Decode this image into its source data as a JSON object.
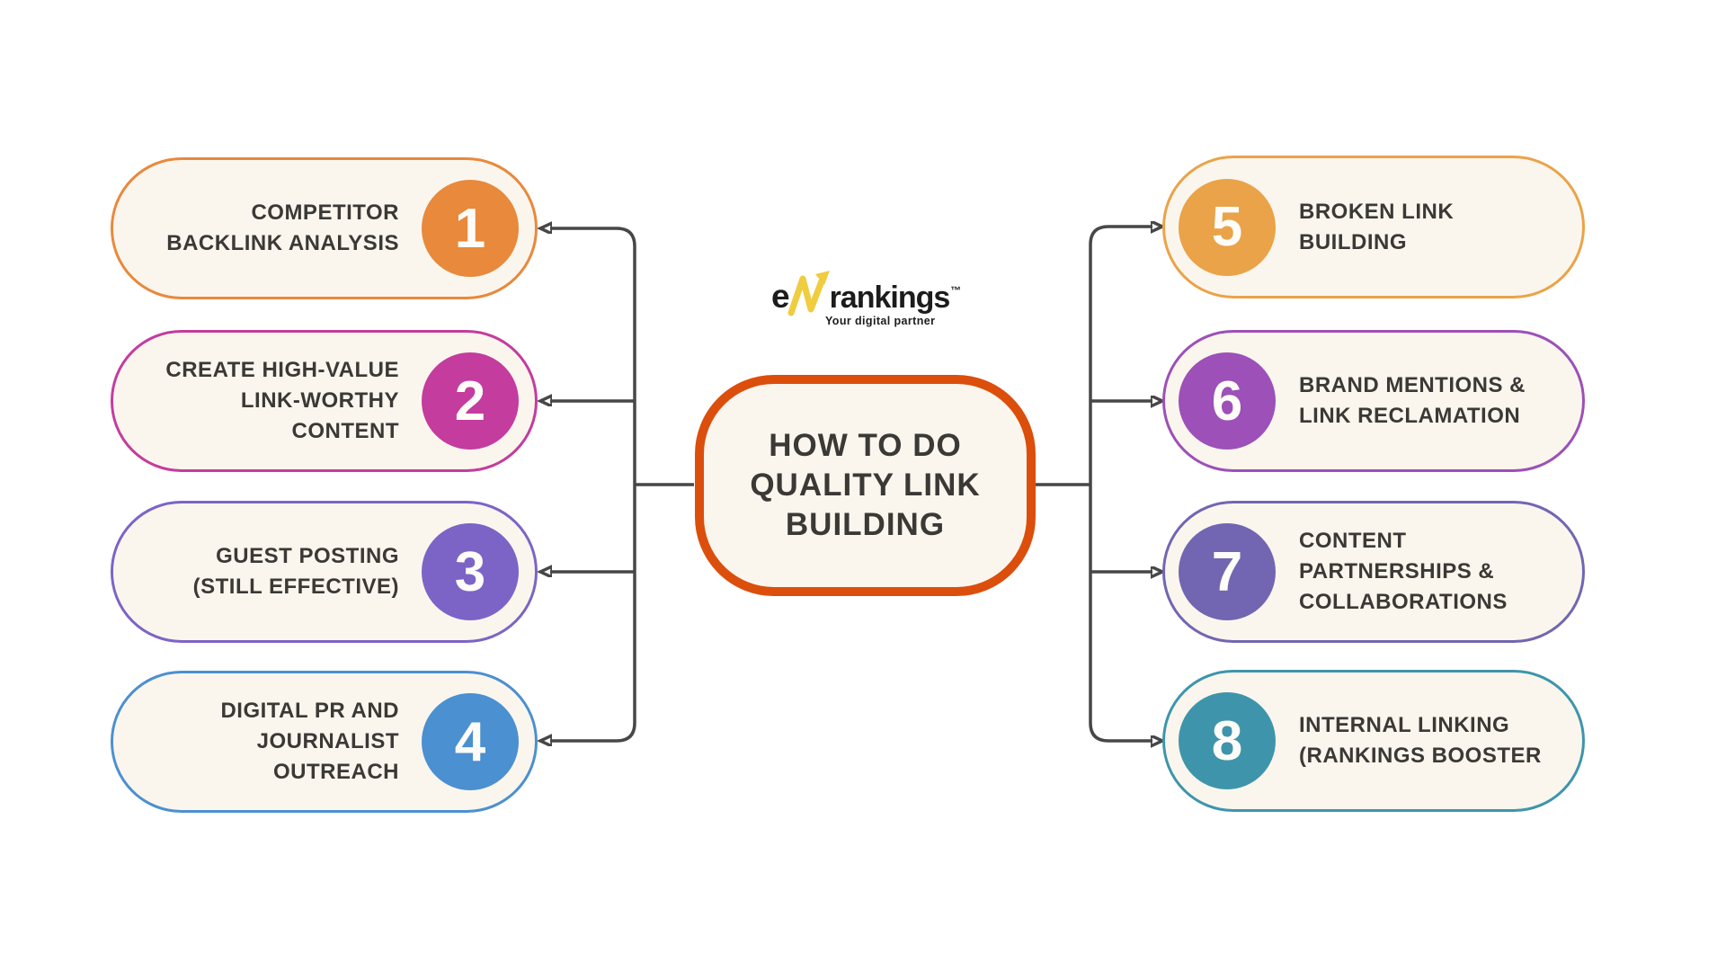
{
  "title": {
    "lines": [
      "HOW TO DO",
      "QUALITY LINK",
      "BUILDING"
    ]
  },
  "logo": {
    "e": "e",
    "name": "rankings",
    "tm": "™",
    "tagline": "Your digital partner",
    "arrow_color": "#F0CC3F"
  },
  "items": [
    {
      "number": "1",
      "lines": [
        "COMPETITOR",
        "BACKLINK ANALYSIS"
      ],
      "color": "#E8893C",
      "side": "left"
    },
    {
      "number": "2",
      "lines": [
        "CREATE HIGH-VALUE",
        "LINK-WORTHY",
        "CONTENT"
      ],
      "color": "#C43C9E",
      "side": "left"
    },
    {
      "number": "3",
      "lines": [
        "GUEST POSTING",
        "(STILL EFFECTIVE)"
      ],
      "color": "#7C64C6",
      "side": "left"
    },
    {
      "number": "4",
      "lines": [
        "DIGITAL PR AND",
        "JOURNALIST",
        "OUTREACH"
      ],
      "color": "#4B90D0",
      "side": "left"
    },
    {
      "number": "5",
      "lines": [
        "BROKEN LINK",
        "BUILDING"
      ],
      "color": "#EAA348",
      "side": "right"
    },
    {
      "number": "6",
      "lines": [
        "BRAND MENTIONS &",
        "LINK RECLAMATION"
      ],
      "color": "#9C50B8",
      "side": "right"
    },
    {
      "number": "7",
      "lines": [
        "CONTENT",
        "PARTNERSHIPS &",
        "COLLABORATIONS"
      ],
      "color": "#7266B2",
      "side": "right"
    },
    {
      "number": "8",
      "lines": [
        "INTERNAL LINKING",
        "(RANKINGS BOOSTER"
      ],
      "color": "#3E95AB",
      "side": "right"
    }
  ],
  "colors": {
    "background": "#FFFFFF",
    "capsule_fill": "#FAF6EE",
    "text": "#3B3936",
    "connector": "#474747",
    "center_border": "#DC4E0C"
  }
}
